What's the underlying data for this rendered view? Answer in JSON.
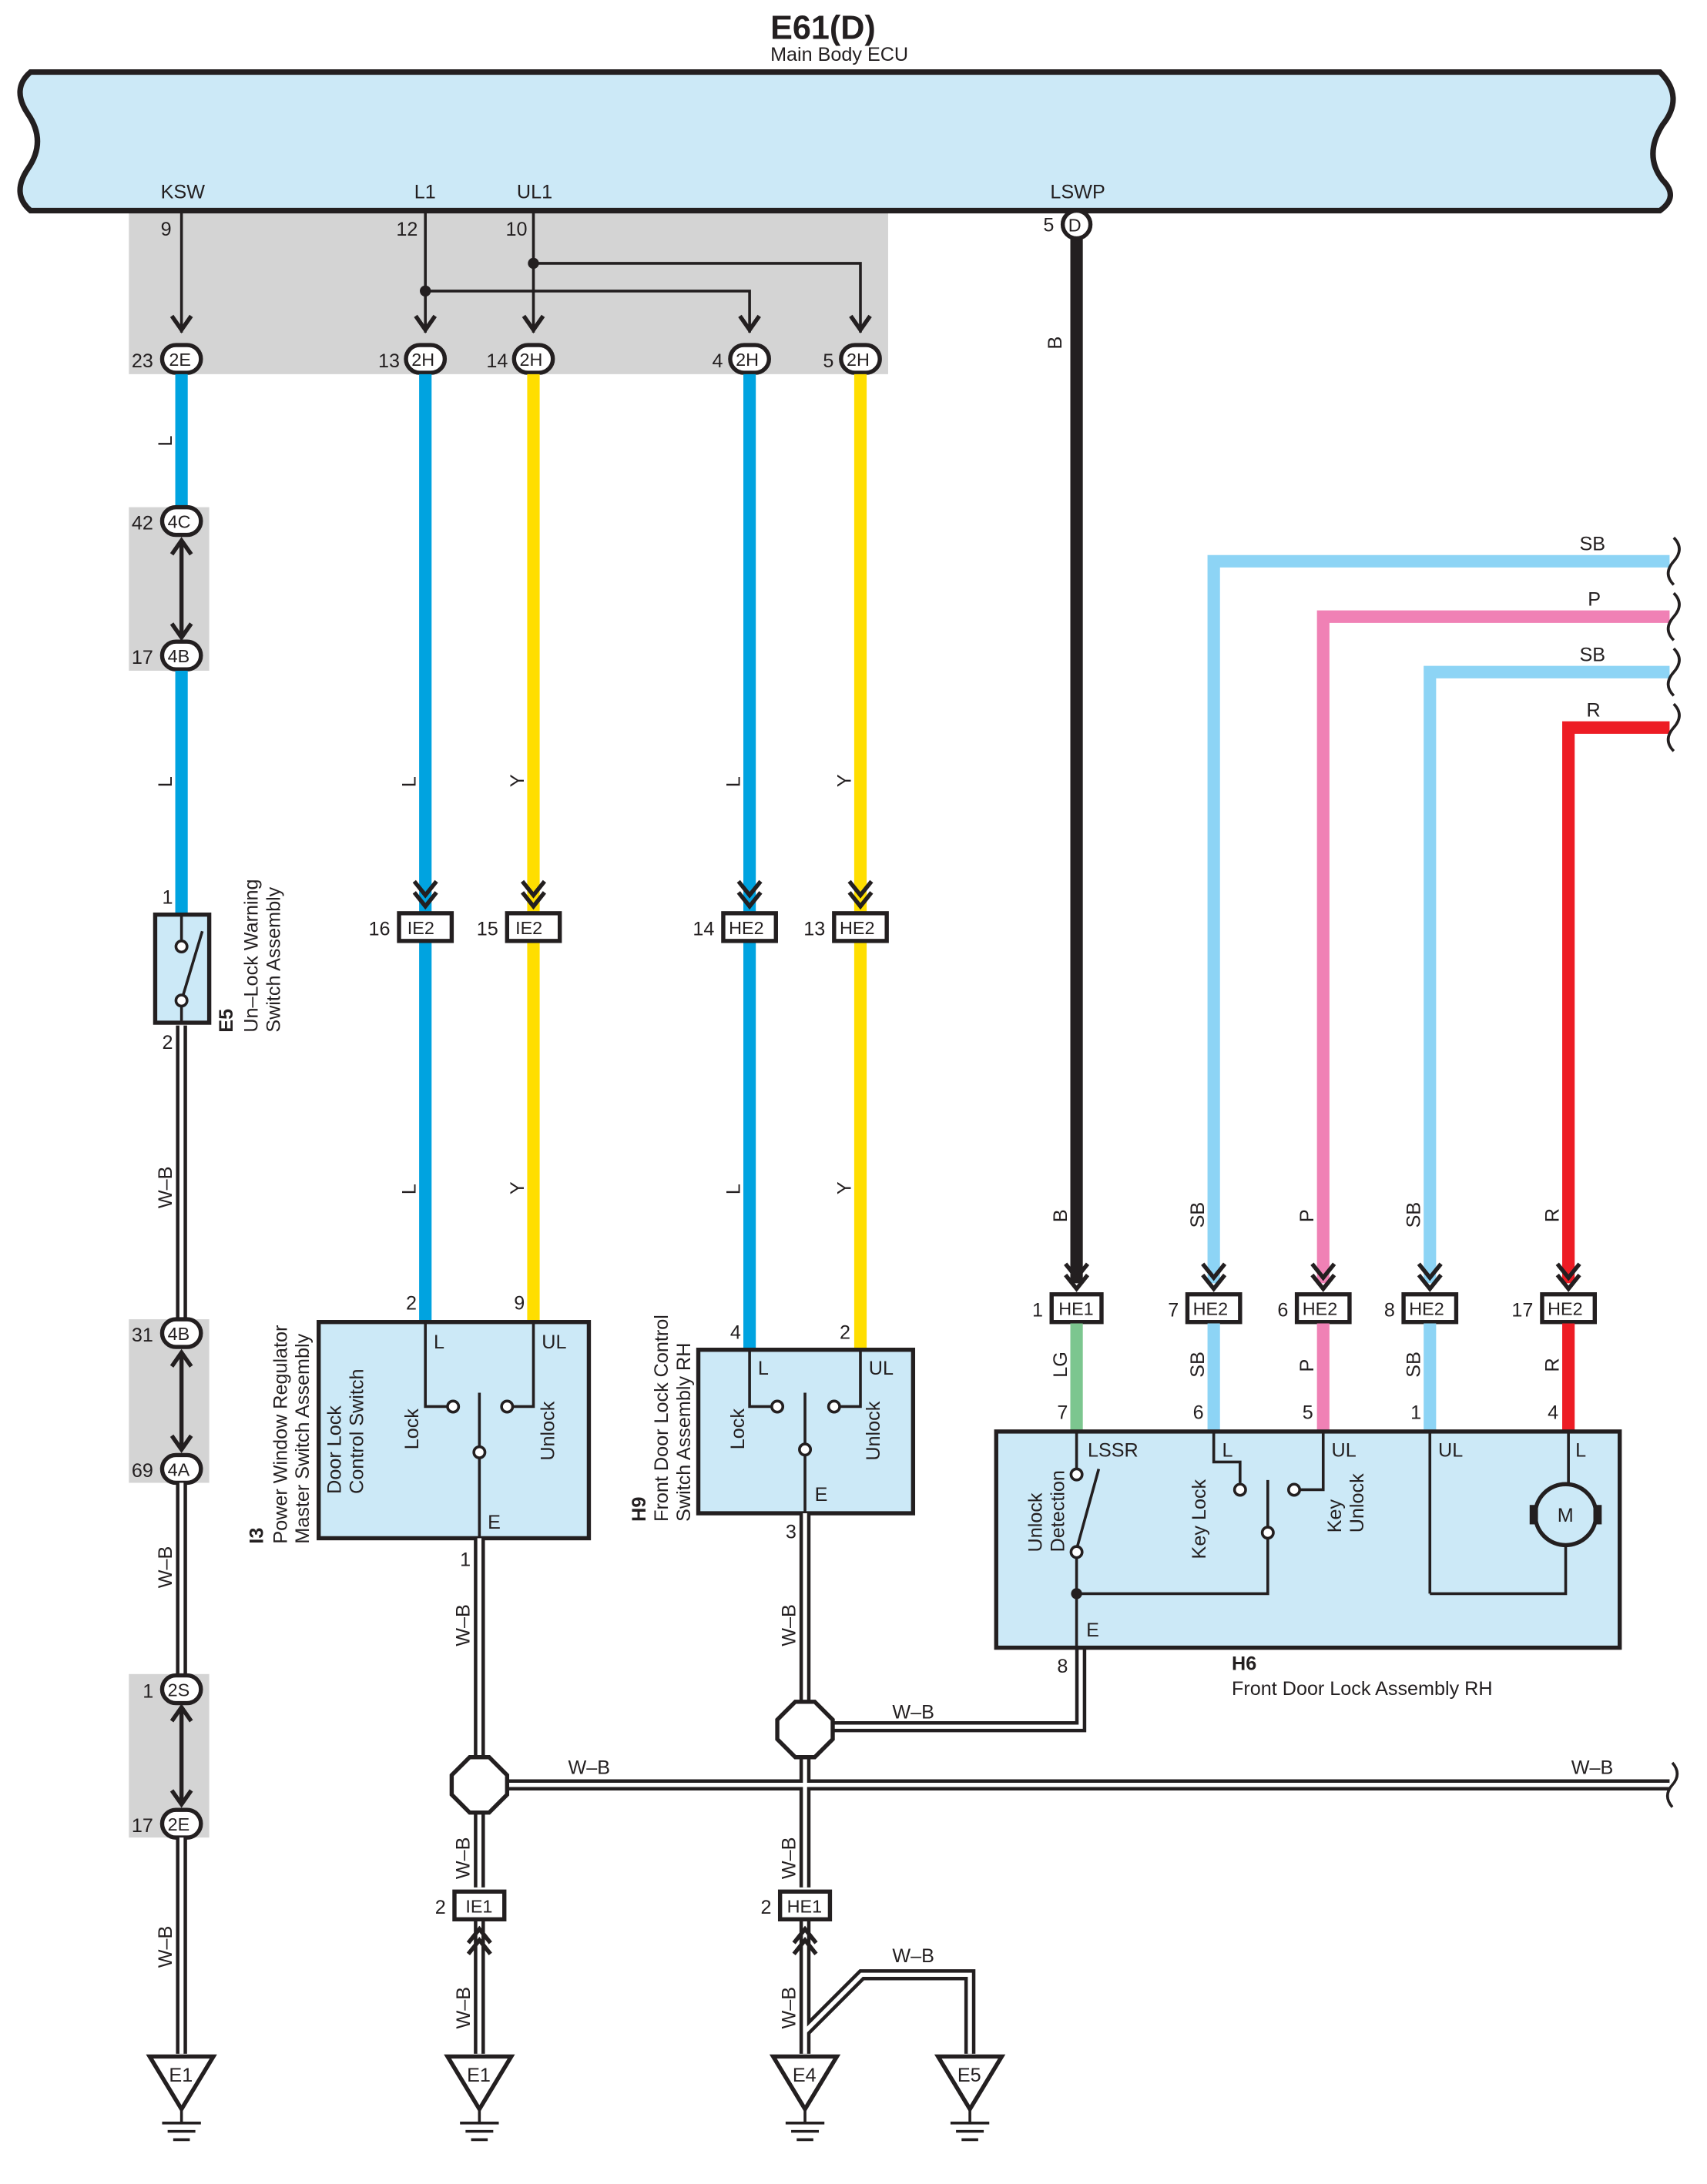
{
  "ecu": {
    "code": "E61(D)",
    "name": "Main Body ECU"
  },
  "ecu_pins": {
    "ksw": "KSW",
    "l1": "L1",
    "ul1": "UL1",
    "lswp": "LSWP"
  },
  "pins": {
    "p9": "9",
    "p12": "12",
    "p10": "10",
    "p5": "5",
    "p23": "23",
    "p13": "13",
    "p14": "14",
    "p4": "4",
    "p5b": "5",
    "p42": "42",
    "p17": "17",
    "p1": "1",
    "p2": "2",
    "p16": "16",
    "p15": "15",
    "p14b": "14",
    "p13b": "13",
    "p31": "31",
    "p69": "69",
    "p1b": "1",
    "p17b": "17",
    "p2b": "2",
    "p9b": "9",
    "p4b": "4",
    "p2c": "2",
    "p1c": "1",
    "p3": "3",
    "p2d": "2",
    "p2e": "2",
    "h1": "1",
    "h7": "7",
    "h6": "6",
    "h8": "8",
    "h17": "17",
    "h7b": "7",
    "h6b": "6",
    "h5": "5",
    "h1b": "1",
    "h4": "4",
    "h8b": "8"
  },
  "connectors": {
    "c2E": "2E",
    "c2H": "2H",
    "cD": "D",
    "c4C": "4C",
    "c4B": "4B",
    "cIE2": "IE2",
    "cHE2": "HE2",
    "c4A": "4A",
    "c2S": "2S",
    "cHE1": "HE1",
    "cIE1": "IE1"
  },
  "wire_colors": {
    "L": "L",
    "Y": "Y",
    "B": "B",
    "WB": "W–B",
    "SB": "SB",
    "P": "P",
    "R": "R",
    "LG": "LG"
  },
  "components": {
    "e5": {
      "code": "E5",
      "line1": "Un–Lock Warning",
      "line2": "Switch Assembly"
    },
    "i3": {
      "code": "I3",
      "line1": "Power Window Regulator",
      "line2": "Master Switch Assembly",
      "inner1": "Door Lock",
      "inner2": "Control Switch",
      "lock": "Lock",
      "unlock": "Unlock",
      "l": "L",
      "ul": "UL",
      "e": "E"
    },
    "h9": {
      "code": "H9",
      "line1": "Front Door Lock Control",
      "line2": "Switch Assembly RH",
      "lock": "Lock",
      "unlock": "Unlock",
      "l": "L",
      "ul": "UL",
      "e": "E"
    },
    "h6": {
      "code": "H6",
      "name": "Front Door Lock Assembly RH",
      "lssr": "LSSR",
      "unlock1": "Unlock",
      "unlock2": "Detection",
      "keylock": "Key Lock",
      "key": "Key",
      "keyunlock": "Unlock",
      "l": "L",
      "ul": "UL",
      "ul2": "UL",
      "l2": "L",
      "e": "E",
      "motor": "M"
    }
  },
  "grounds": {
    "g1": "E1",
    "g2": "E1",
    "g3": "E4",
    "g4": "E5"
  },
  "colors": {
    "ecu_fill": "#cce9f7",
    "blue": "#00a3e0",
    "yellow": "#ffde00",
    "black": "#231f20",
    "sky": "#8dd4f5",
    "pink": "#f081b5",
    "red": "#ed1c24",
    "green": "#7cc68f",
    "gray": "#d4d4d4",
    "box": "#cce9f7"
  }
}
